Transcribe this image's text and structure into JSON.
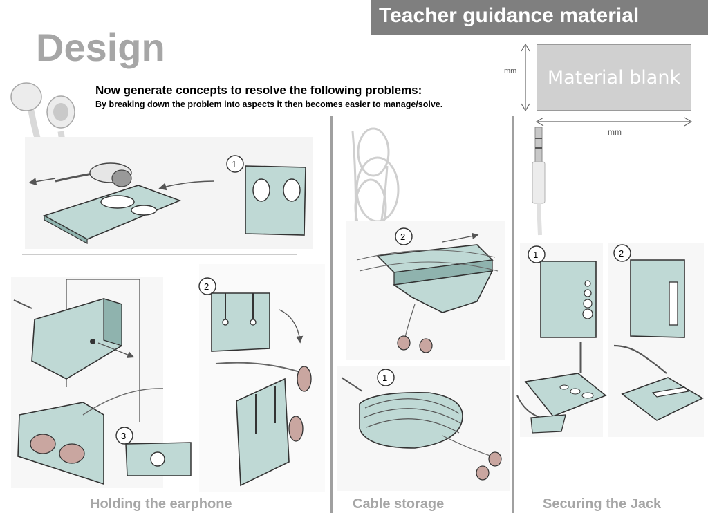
{
  "header": {
    "banner": "Teacher guidance material",
    "title": "Design"
  },
  "intro": {
    "heading": "Now generate concepts to resolve the following problems:",
    "subheading": "By breaking down the problem into aspects it then becomes easier to manage/solve."
  },
  "blank": {
    "label": "Material blank",
    "height_unit": "mm",
    "width_unit": "mm"
  },
  "sketch_numbers": {
    "earphone_1": "1",
    "earphone_2": "2",
    "earphone_3": "3",
    "cable_1": "1",
    "cable_2": "2",
    "jack_1": "1",
    "jack_2": "2"
  },
  "captions": {
    "holding": "Holding the earphone",
    "cable": "Cable storage",
    "jack": "Securing the Jack"
  },
  "colors": {
    "sketch_fill": "#bfd9d5",
    "banner_bg": "#7f7f7f",
    "caption_grey": "#a6a6a6"
  }
}
